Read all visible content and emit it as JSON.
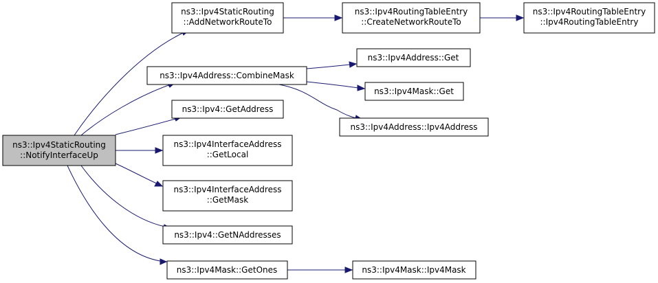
{
  "colors": {
    "edge": "#191970",
    "root_fill": "#bfbfbf",
    "node_fill": "#ffffff",
    "border": "#000000"
  },
  "nodes": {
    "notify": {
      "line1": "ns3::Ipv4StaticRouting",
      "line2": "::NotifyInterfaceUp"
    },
    "add_network_route_to": {
      "line1": "ns3::Ipv4StaticRouting",
      "line2": "::AddNetworkRouteTo"
    },
    "create_network_route_to": {
      "line1": "ns3::Ipv4RoutingTableEntry",
      "line2": "::CreateNetworkRouteTo"
    },
    "routing_table_entry_ctor": {
      "line1": "ns3::Ipv4RoutingTableEntry",
      "line2": "::Ipv4RoutingTableEntry"
    },
    "combine_mask": {
      "line1": "ns3::Ipv4Address::CombineMask"
    },
    "address_get": {
      "line1": "ns3::Ipv4Address::Get"
    },
    "mask_get": {
      "line1": "ns3::Ipv4Mask::Get"
    },
    "address_ctor": {
      "line1": "ns3::Ipv4Address::Ipv4Address"
    },
    "ipv4_get_address": {
      "line1": "ns3::Ipv4::GetAddress"
    },
    "iface_get_local": {
      "line1": "ns3::Ipv4InterfaceAddress",
      "line2": "::GetLocal"
    },
    "iface_get_mask": {
      "line1": "ns3::Ipv4InterfaceAddress",
      "line2": "::GetMask"
    },
    "ipv4_get_n_addresses": {
      "line1": "ns3::Ipv4::GetNAddresses"
    },
    "mask_get_ones": {
      "line1": "ns3::Ipv4Mask::GetOnes"
    },
    "mask_ctor": {
      "line1": "ns3::Ipv4Mask::Ipv4Mask"
    }
  },
  "edges": [
    {
      "from": "notify",
      "to": "add_network_route_to"
    },
    {
      "from": "notify",
      "to": "combine_mask"
    },
    {
      "from": "notify",
      "to": "ipv4_get_address"
    },
    {
      "from": "notify",
      "to": "iface_get_local"
    },
    {
      "from": "notify",
      "to": "iface_get_mask"
    },
    {
      "from": "notify",
      "to": "ipv4_get_n_addresses"
    },
    {
      "from": "notify",
      "to": "mask_get_ones"
    },
    {
      "from": "add_network_route_to",
      "to": "create_network_route_to"
    },
    {
      "from": "create_network_route_to",
      "to": "routing_table_entry_ctor"
    },
    {
      "from": "combine_mask",
      "to": "address_get"
    },
    {
      "from": "combine_mask",
      "to": "mask_get"
    },
    {
      "from": "combine_mask",
      "to": "address_ctor"
    },
    {
      "from": "mask_get_ones",
      "to": "mask_ctor"
    }
  ]
}
